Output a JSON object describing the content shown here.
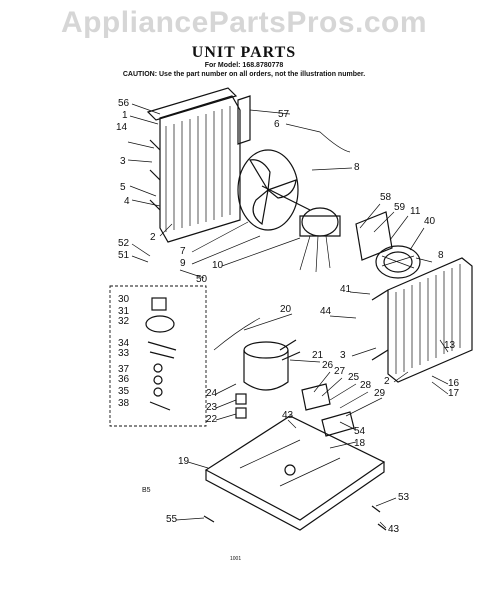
{
  "watermark": "AppliancePartsPros.com",
  "title": "UNIT PARTS",
  "model_line": "For Model: 168.8780778",
  "caution": "CAUTION: Use the part number on all orders, not the illustration number.",
  "figure_code": "B5",
  "corner_mark": "1001",
  "callouts": [
    "56",
    "1",
    "14",
    "3",
    "5",
    "4",
    "2",
    "52",
    "51",
    "50",
    "57",
    "6",
    "8",
    "7",
    "9",
    "10",
    "58",
    "59",
    "11",
    "40",
    "8",
    "41",
    "44",
    "30",
    "31",
    "32",
    "34",
    "33",
    "37",
    "36",
    "35",
    "38",
    "20",
    "21",
    "24",
    "23",
    "22",
    "26",
    "27",
    "25",
    "28",
    "29",
    "43",
    "3",
    "2",
    "13",
    "16",
    "17",
    "54",
    "18",
    "19",
    "53",
    "43",
    "55"
  ]
}
